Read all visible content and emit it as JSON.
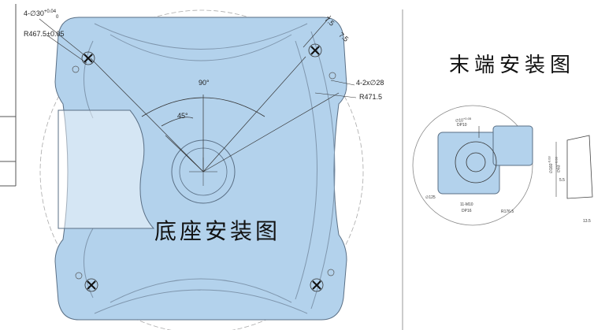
{
  "colors": {
    "body_fill": "#b3d2ec",
    "line": "#4a4a4a",
    "paper": "#ffffff"
  },
  "base_drawing": {
    "title": "底座安装图",
    "dims": {
      "hole_count_dia": "4-∅30",
      "hole_tol": "+0.04",
      "hole_tol_low": "0",
      "radius_1": "R467.5±0.05",
      "angle_90": "90°",
      "angle_45": "45°",
      "spacing_1": "7.5",
      "spacing_2": "7.5",
      "holes_2x": "4-2x∅28",
      "radius_2": "R471.5"
    }
  },
  "end_drawing": {
    "title": "末端安装图",
    "dims": {
      "d_top": "∅10",
      "d_top_tol": "+0.05",
      "d_top_sub": "DP10",
      "d_125": "∅125",
      "thread": "11-M10",
      "thread_sub": "DP16",
      "r_176": "R176.5",
      "d_160": "∅160",
      "d_160_tol": "-0.03",
      "d_63": "∅63",
      "d_63_tol": "+0.03",
      "d_55": "5.5",
      "d_135": "13.5"
    }
  }
}
